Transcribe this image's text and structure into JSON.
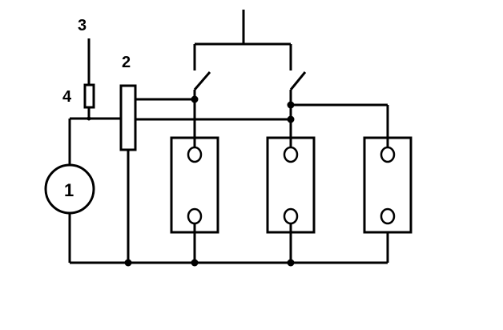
{
  "labels": {
    "meter": "1",
    "junction": "2",
    "lead": "3",
    "fuse": "4"
  }
}
